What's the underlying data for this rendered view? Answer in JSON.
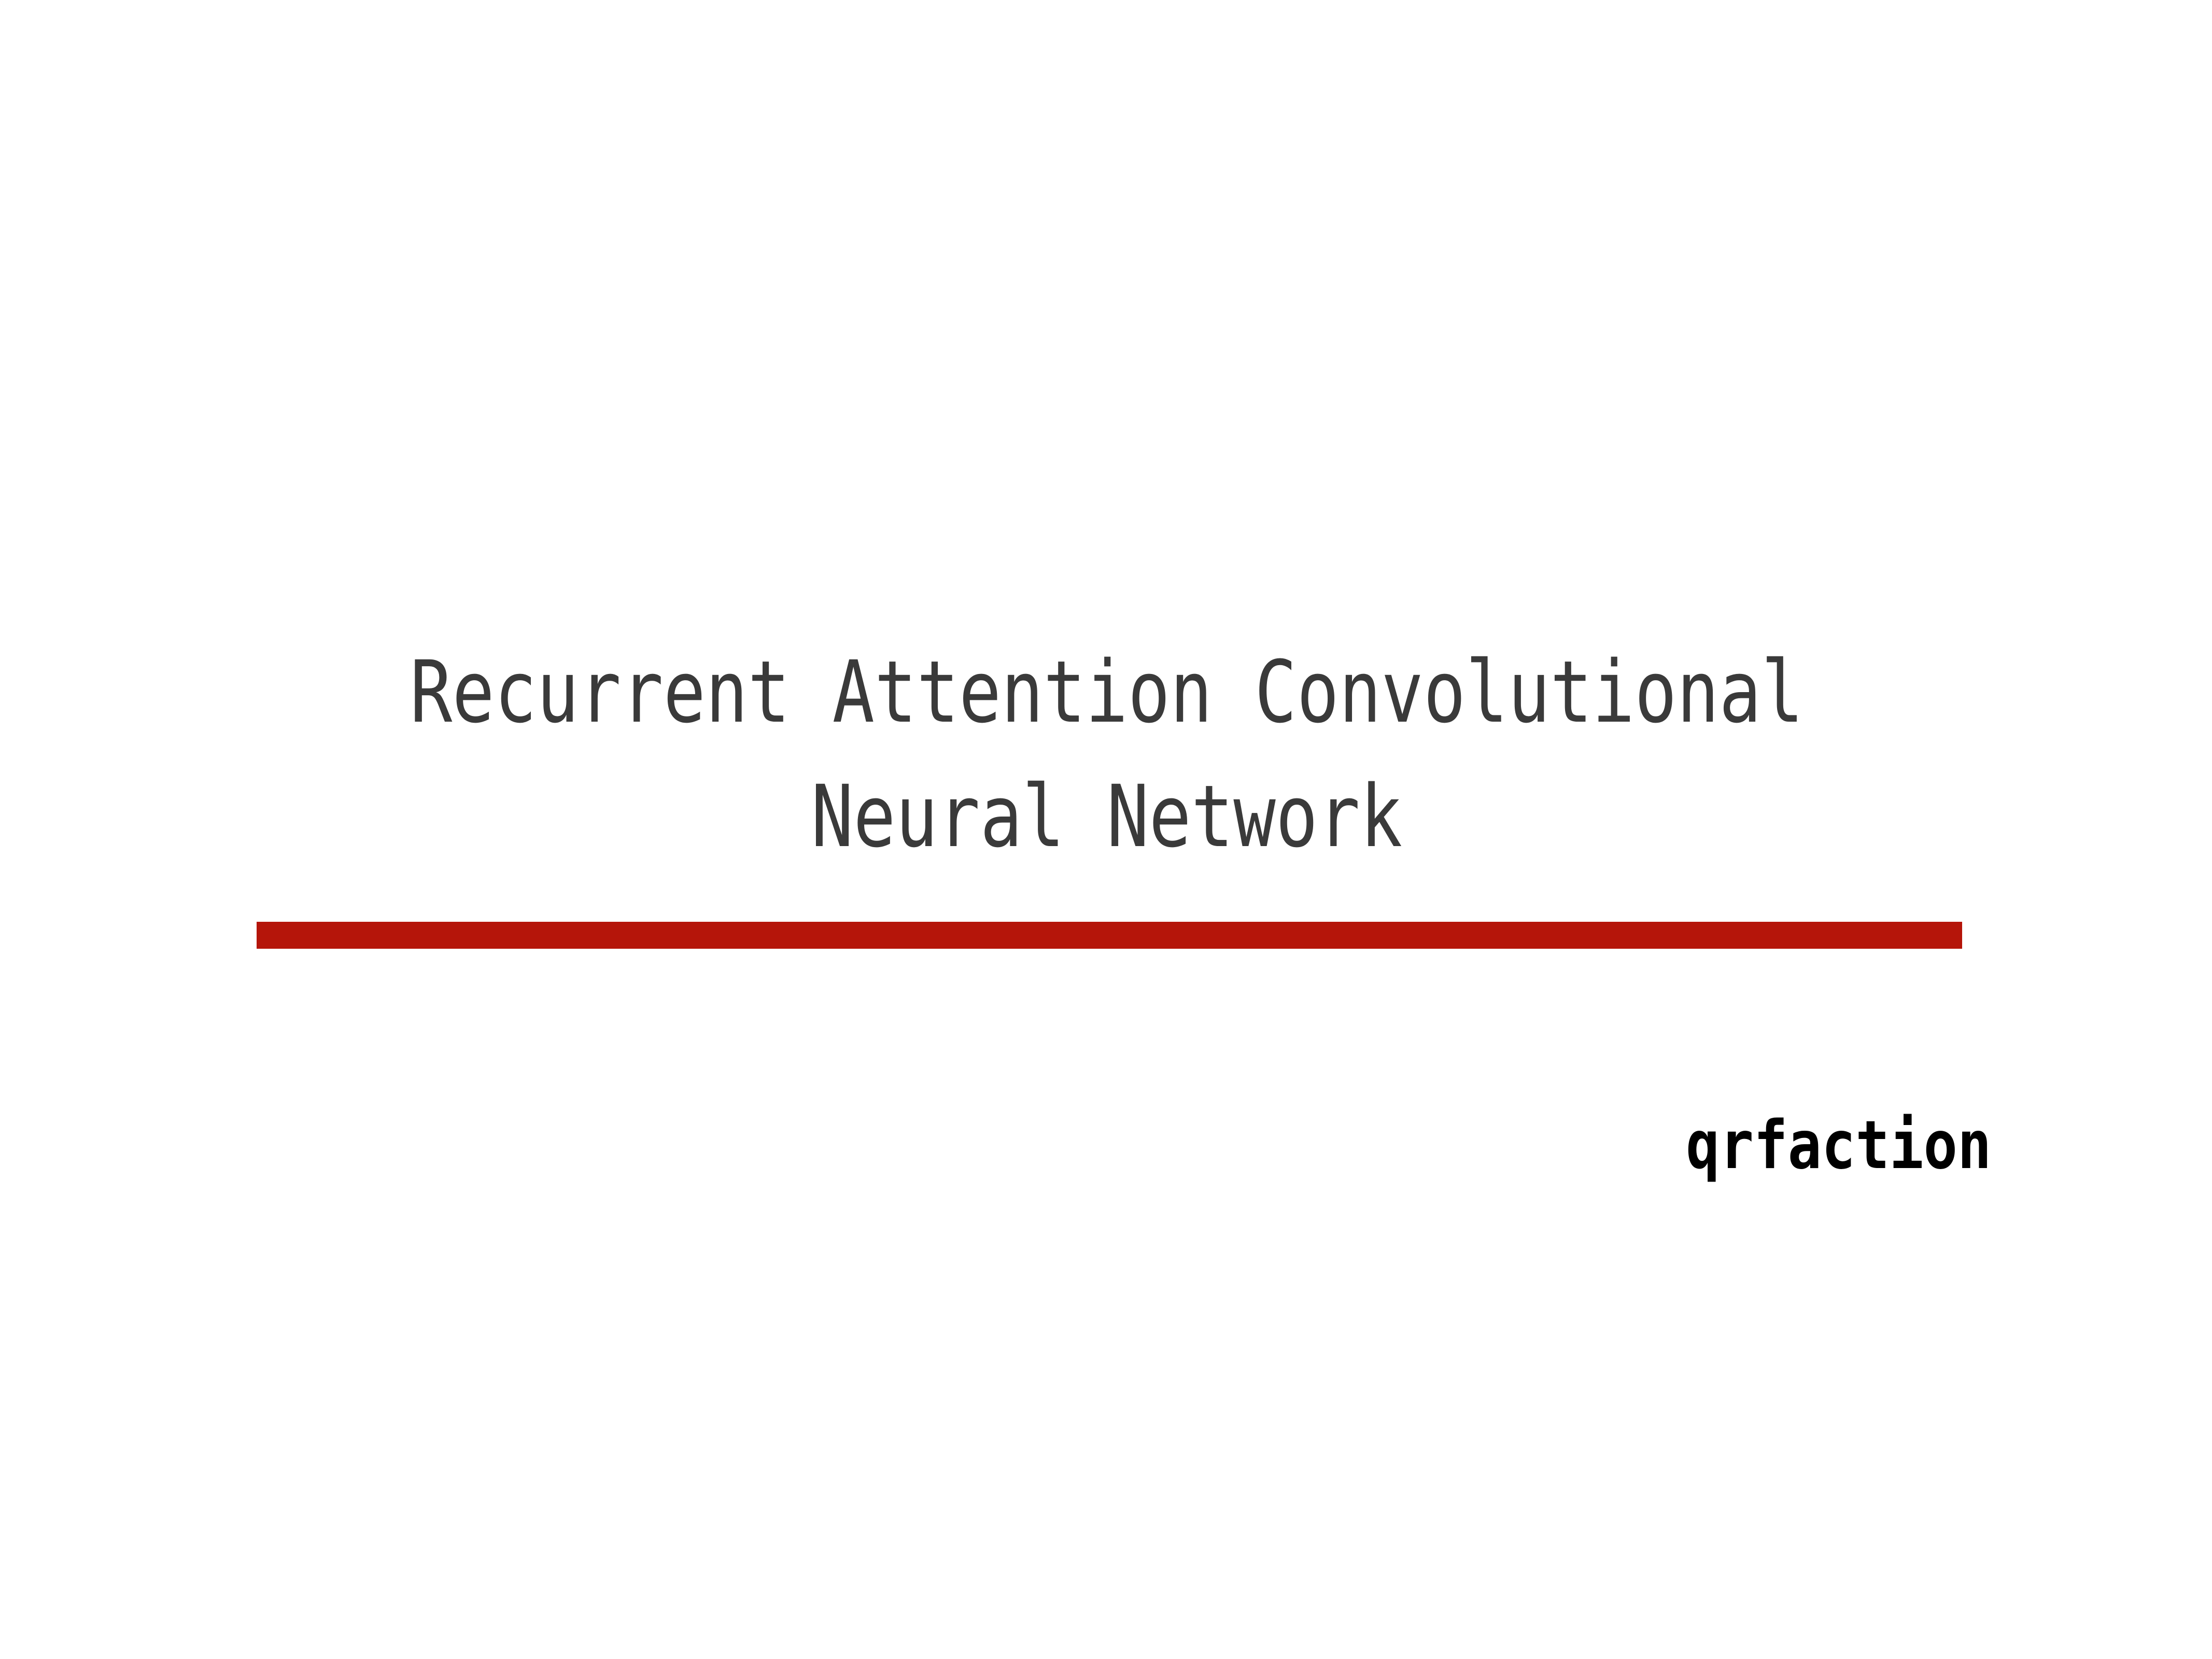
{
  "slide": {
    "title_lines": [
      "Recurrent Attention Convolutional",
      "Neural Network"
    ],
    "author": "qrfaction",
    "colors": {
      "background": "#ffffff",
      "title_text": "#3a3a3a",
      "rule": "#b5150a",
      "author_text": "#000000"
    }
  }
}
